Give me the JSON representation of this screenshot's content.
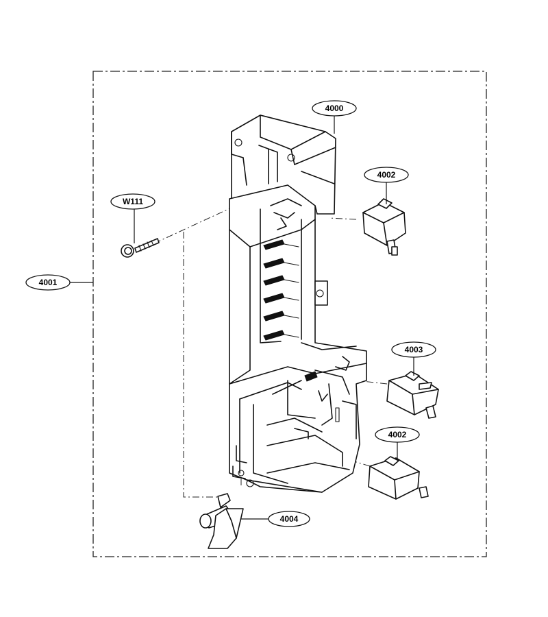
{
  "callouts": {
    "c4000": "4000",
    "c4001": "4001",
    "c4002a": "4002",
    "c4002b": "4002",
    "c4003": "4003",
    "c4004": "4004",
    "cW111": "W111"
  }
}
